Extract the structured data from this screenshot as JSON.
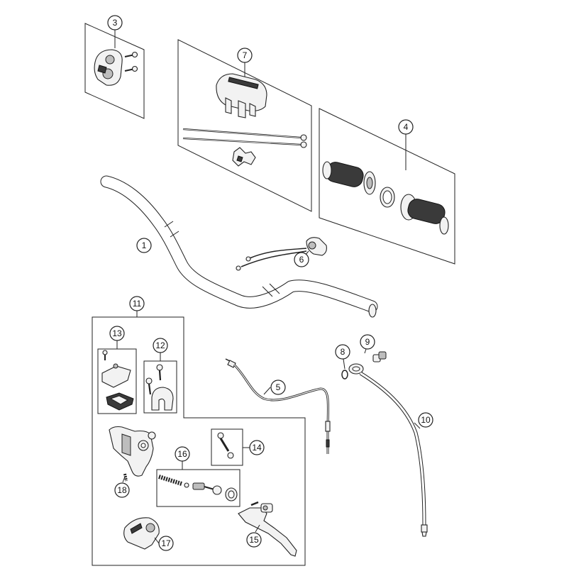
{
  "callouts": {
    "c1": "1",
    "c3": "3",
    "c4": "4",
    "c5": "5",
    "c6": "6",
    "c7": "7",
    "c8": "8",
    "c9": "9",
    "c10": "10",
    "c11": "11",
    "c12": "12",
    "c13": "13",
    "c14": "14",
    "c15": "15",
    "c16": "16",
    "c17": "17",
    "c18": "18"
  }
}
